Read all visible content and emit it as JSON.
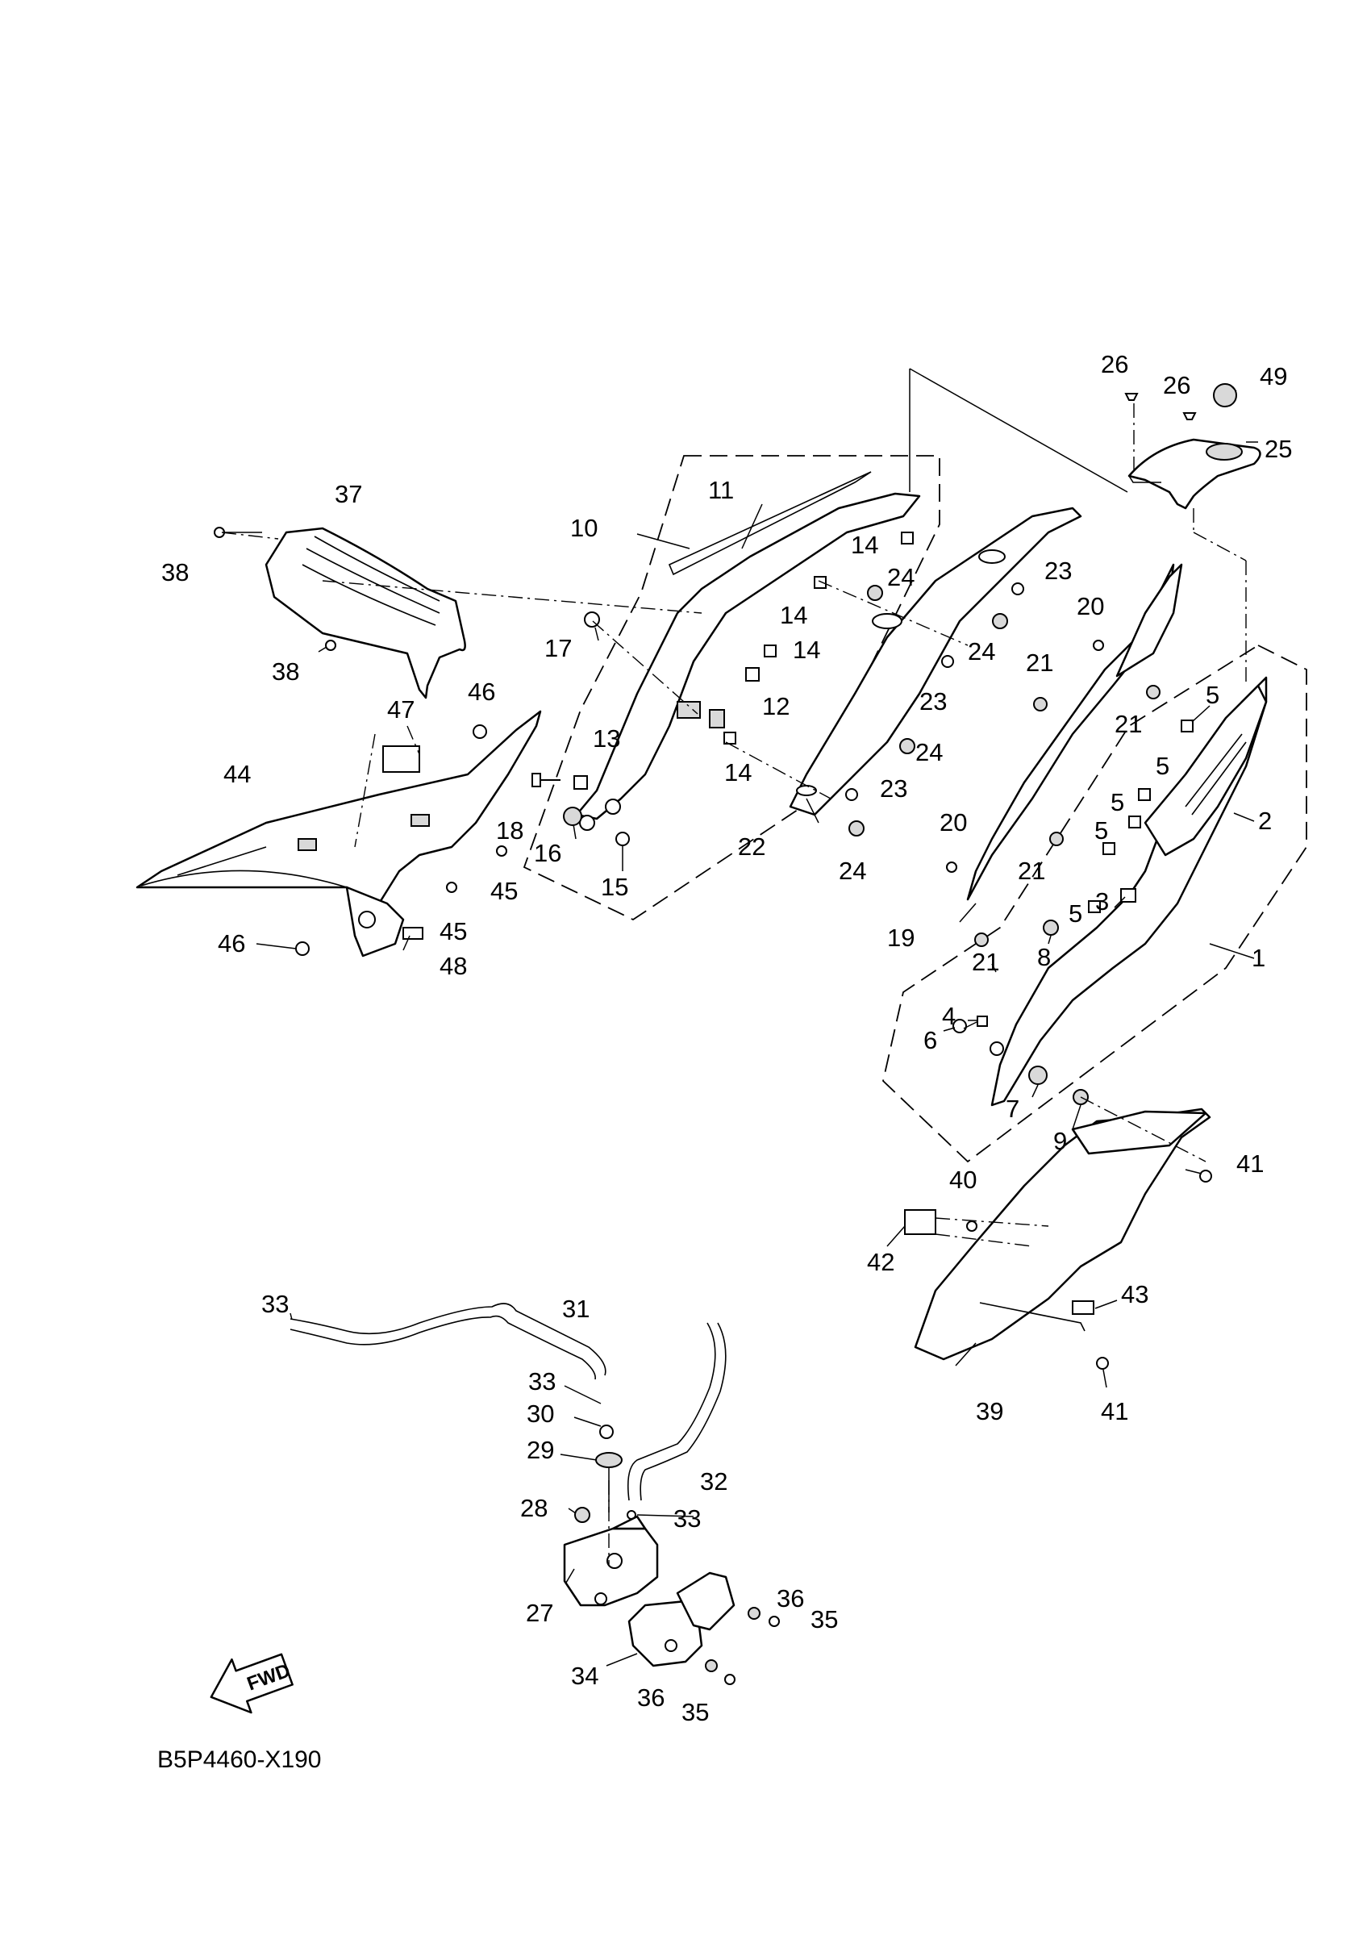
{
  "diagram_code": "B5P4460-X190",
  "fwd_label": "FWD",
  "callouts": [
    {
      "id": "c1",
      "label": "1"
    },
    {
      "id": "c2",
      "label": "2"
    },
    {
      "id": "c3",
      "label": "3"
    },
    {
      "id": "c4",
      "label": "4"
    },
    {
      "id": "c5a",
      "label": "5"
    },
    {
      "id": "c5b",
      "label": "5"
    },
    {
      "id": "c5c",
      "label": "5"
    },
    {
      "id": "c5d",
      "label": "5"
    },
    {
      "id": "c5e",
      "label": "5"
    },
    {
      "id": "c6",
      "label": "6"
    },
    {
      "id": "c7",
      "label": "7"
    },
    {
      "id": "c8",
      "label": "8"
    },
    {
      "id": "c9",
      "label": "9"
    },
    {
      "id": "c10",
      "label": "10"
    },
    {
      "id": "c11",
      "label": "11"
    },
    {
      "id": "c12",
      "label": "12"
    },
    {
      "id": "c13",
      "label": "13"
    },
    {
      "id": "c14a",
      "label": "14"
    },
    {
      "id": "c14b",
      "label": "14"
    },
    {
      "id": "c14c",
      "label": "14"
    },
    {
      "id": "c14d",
      "label": "14"
    },
    {
      "id": "c15",
      "label": "15"
    },
    {
      "id": "c16",
      "label": "16"
    },
    {
      "id": "c17",
      "label": "17"
    },
    {
      "id": "c18",
      "label": "18"
    },
    {
      "id": "c19",
      "label": "19"
    },
    {
      "id": "c20a",
      "label": "20"
    },
    {
      "id": "c20b",
      "label": "20"
    },
    {
      "id": "c21a",
      "label": "21"
    },
    {
      "id": "c21b",
      "label": "21"
    },
    {
      "id": "c21c",
      "label": "21"
    },
    {
      "id": "c21d",
      "label": "21"
    },
    {
      "id": "c22",
      "label": "22"
    },
    {
      "id": "c23a",
      "label": "23"
    },
    {
      "id": "c23b",
      "label": "23"
    },
    {
      "id": "c23c",
      "label": "23"
    },
    {
      "id": "c24a",
      "label": "24"
    },
    {
      "id": "c24b",
      "label": "24"
    },
    {
      "id": "c24c",
      "label": "24"
    },
    {
      "id": "c24d",
      "label": "24"
    },
    {
      "id": "c25",
      "label": "25"
    },
    {
      "id": "c26a",
      "label": "26"
    },
    {
      "id": "c26b",
      "label": "26"
    },
    {
      "id": "c27",
      "label": "27"
    },
    {
      "id": "c28",
      "label": "28"
    },
    {
      "id": "c29",
      "label": "29"
    },
    {
      "id": "c30",
      "label": "30"
    },
    {
      "id": "c31",
      "label": "31"
    },
    {
      "id": "c32",
      "label": "32"
    },
    {
      "id": "c33a",
      "label": "33"
    },
    {
      "id": "c33b",
      "label": "33"
    },
    {
      "id": "c33c",
      "label": "33"
    },
    {
      "id": "c34",
      "label": "34"
    },
    {
      "id": "c35a",
      "label": "35"
    },
    {
      "id": "c35b",
      "label": "35"
    },
    {
      "id": "c36a",
      "label": "36"
    },
    {
      "id": "c36b",
      "label": "36"
    },
    {
      "id": "c37",
      "label": "37"
    },
    {
      "id": "c38a",
      "label": "38"
    },
    {
      "id": "c38b",
      "label": "38"
    },
    {
      "id": "c39",
      "label": "39"
    },
    {
      "id": "c40",
      "label": "40"
    },
    {
      "id": "c41a",
      "label": "41"
    },
    {
      "id": "c41b",
      "label": "41"
    },
    {
      "id": "c42",
      "label": "42"
    },
    {
      "id": "c43",
      "label": "43"
    },
    {
      "id": "c44",
      "label": "44"
    },
    {
      "id": "c45a",
      "label": "45"
    },
    {
      "id": "c45b",
      "label": "45"
    },
    {
      "id": "c46a",
      "label": "46"
    },
    {
      "id": "c46b",
      "label": "46"
    },
    {
      "id": "c47",
      "label": "47"
    },
    {
      "id": "c48",
      "label": "48"
    },
    {
      "id": "c49",
      "label": "49"
    }
  ]
}
